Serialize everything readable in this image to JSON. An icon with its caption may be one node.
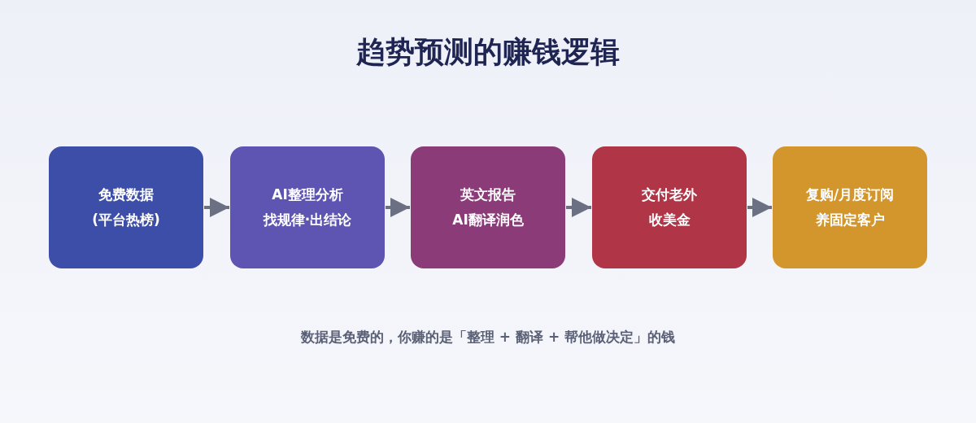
{
  "diagram": {
    "title": "趋势预测的赚钱逻辑",
    "caption": "数据是免费的，你赚的是「整理 + 翻译 + 帮他做决定」的钱",
    "nodes": [
      {
        "text": [
          "免费数据",
          "(平台热榜)"
        ]
      },
      {
        "text": [
          "AI整理分析",
          "找规律·出结论"
        ]
      },
      {
        "text": [
          "英文报告",
          "AI翻译润色"
        ]
      },
      {
        "text": [
          "交付老外",
          "收美金"
        ]
      },
      {
        "text": [
          "复购/月度订阅",
          "养固定客户"
        ]
      }
    ],
    "edges": [
      {
        "from": 0,
        "to": 1,
        "arrow": "to"
      },
      {
        "from": 1,
        "to": 2,
        "arrow": "to"
      },
      {
        "from": 2,
        "to": 3,
        "arrow": "to"
      },
      {
        "from": 3,
        "to": 4,
        "arrow": "to"
      }
    ]
  }
}
